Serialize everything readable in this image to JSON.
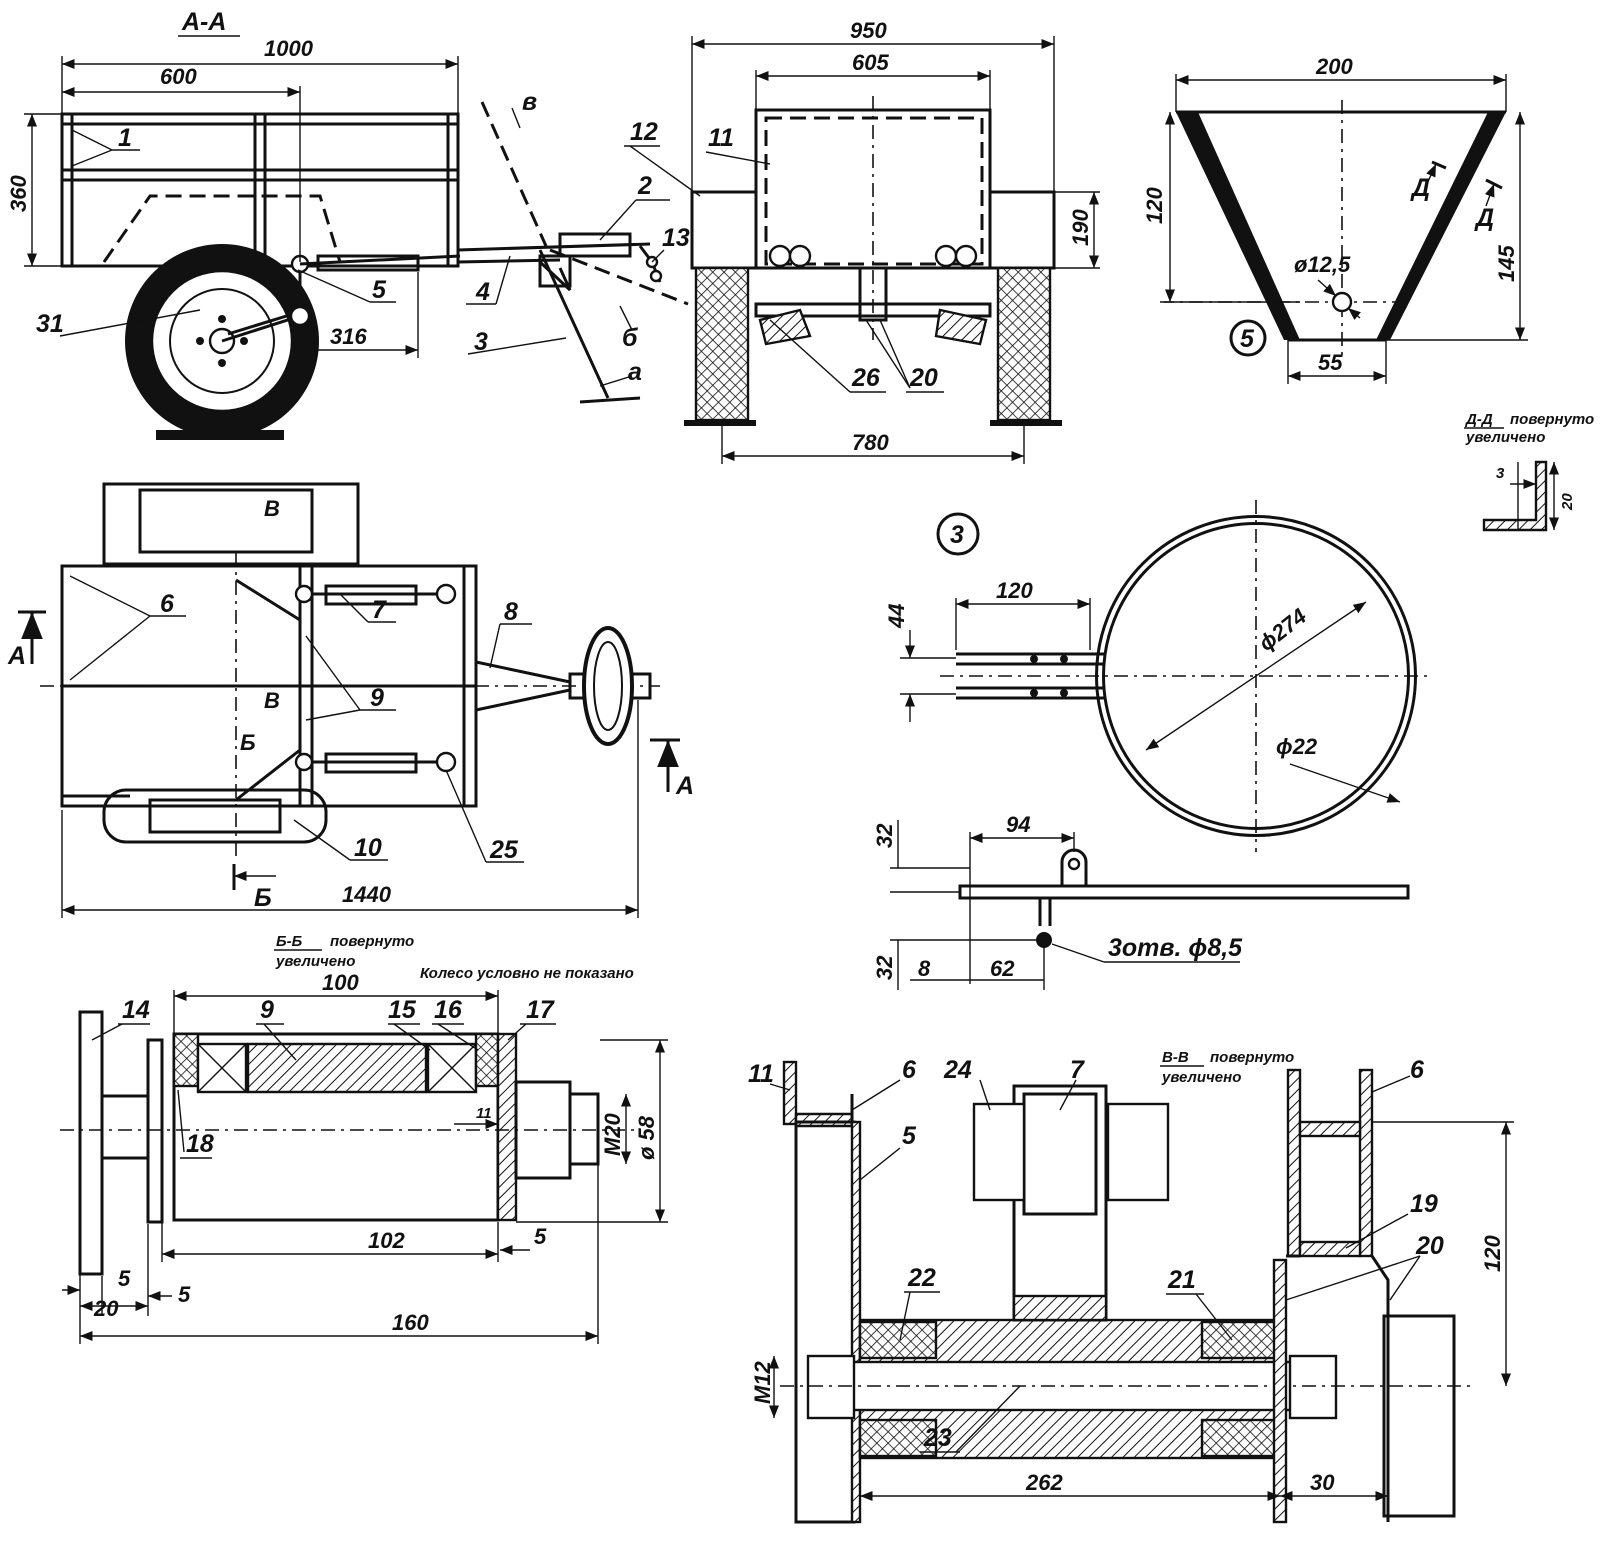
{
  "sections": {
    "aa": "А-А",
    "bb": "Б-Б",
    "vv": "В-В",
    "dd": "Д-Д",
    "bb_note": "повернуто",
    "bb_note2": "увеличено",
    "vv_note": "повернуто",
    "vv_note2": "увеличено",
    "dd_note": "повернуто",
    "dd_note2": "увеличено",
    "wheel_note": "Колесо условно не показано"
  },
  "detail_circles": {
    "d3": "3",
    "d5": "5"
  },
  "side_view": {
    "dims": {
      "d1000": "1000",
      "d600": "600",
      "d360": "360",
      "d316": "316"
    },
    "callouts": {
      "c1": "1",
      "c2": "2",
      "c3": "3",
      "c4": "4",
      "c5": "5",
      "c13": "13",
      "c31": "31",
      "ca": "а",
      "cb": "б",
      "cv": "в"
    }
  },
  "front_view": {
    "dims": {
      "d950": "950",
      "d605": "605",
      "d190": "190",
      "d780": "780"
    },
    "callouts": {
      "c11": "11",
      "c12": "12",
      "c26": "26",
      "c20": "20"
    }
  },
  "hopper": {
    "dims": {
      "d200": "200",
      "d120": "120",
      "d145": "145",
      "d55": "55",
      "hole": "ø12,5"
    },
    "cut": "Д",
    "dd_dims": {
      "d3": "3",
      "d20": "20"
    }
  },
  "plan_view": {
    "dims": {
      "d1440": "1440"
    },
    "callouts": {
      "c6": "6",
      "c7": "7",
      "c8": "8",
      "c9": "9",
      "c10": "10",
      "c25": "25"
    },
    "marks": {
      "a": "А",
      "b": "Б",
      "v": "В"
    }
  },
  "ring": {
    "dims": {
      "d120": "120",
      "d44": "44",
      "d274": "ϕ274",
      "d22": "ϕ22",
      "d94": "94",
      "d32a": "32",
      "d32b": "32",
      "d8": "8",
      "d62": "62",
      "holes": "3отв. ϕ8,5"
    }
  },
  "bb_section": {
    "dims": {
      "d100": "100",
      "d102": "102",
      "d160": "160",
      "d58": "ø 58",
      "m20": "M20",
      "d11": "11",
      "d5a": "5",
      "d5b": "5",
      "d5c": "5",
      "d20": "20"
    },
    "callouts": {
      "c14": "14",
      "c9": "9",
      "c15": "15",
      "c16": "16",
      "c17": "17",
      "c18": "18"
    }
  },
  "vv_section": {
    "dims": {
      "d262": "262",
      "d30": "30",
      "d120": "120",
      "m12": "M12"
    },
    "callouts": {
      "c11": "11",
      "c6a": "6",
      "c6b": "6",
      "c5": "5",
      "c24": "24",
      "c7": "7",
      "c19": "19",
      "c20": "20",
      "c22": "22",
      "c21": "21",
      "c23": "23"
    }
  }
}
